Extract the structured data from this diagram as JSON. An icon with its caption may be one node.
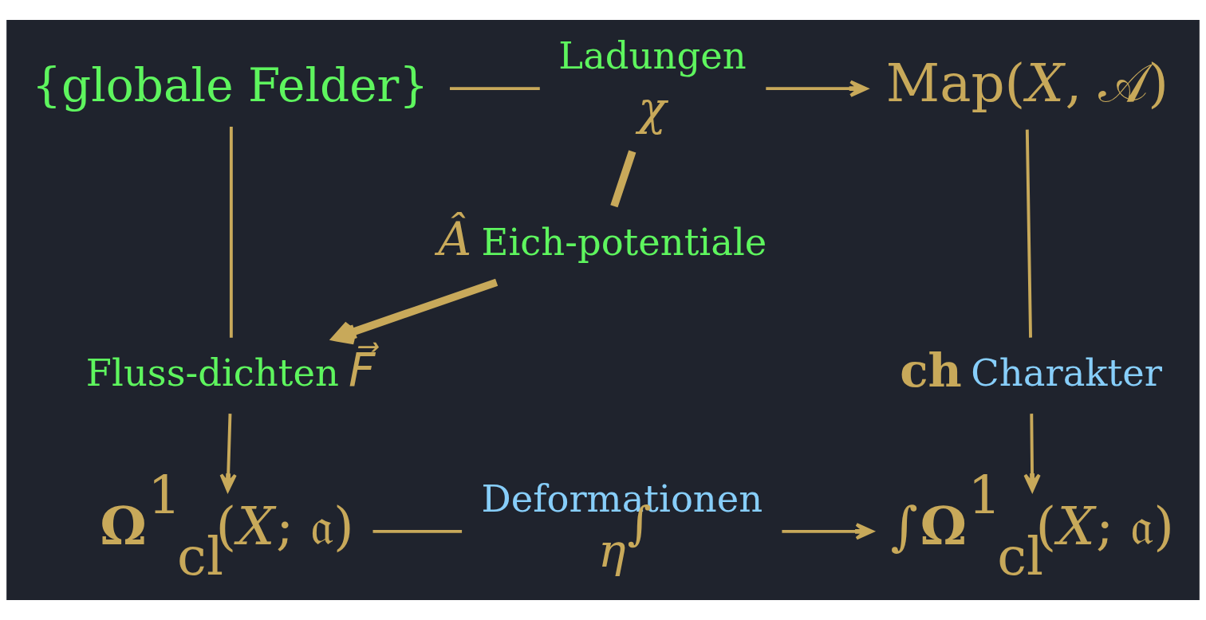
{
  "diagram": {
    "nodes": [
      {
        "text": [
          "{globale Felder}"
        ]
      },
      {
        "text": [
          "*χ*"
        ],
        "beside": [
          "Ladungen"
        ]
      },
      {
        "text": [
          "Map(*X*, 𝒜)"
        ]
      },
      {
        "text": [
          "*Â*"
        ],
        "beside": [
          "Eich-potentiale"
        ]
      },
      {
        "text": [
          "*F⃗*"
        ],
        "beside": [
          "Fluss-dichten"
        ]
      },
      {
        "text": [
          "**ch**"
        ],
        "beside": [
          "Charakter"
        ]
      },
      {
        "text": [
          "**Ω**$^{1}$$_{cl}$(*X*; 𝔞)"
        ]
      },
      {
        "text": [
          "*η*$^{∫}$"
        ],
        "beside": [
          "Deformationen"
        ]
      },
      {
        "text": [
          "∫**Ω**$^{1}$$_{cl}$(*X*; 𝔞)"
        ]
      }
    ],
    "edges": [
      {
        "from": 0,
        "to": 1,
        "arrow": "none"
      },
      {
        "from": 1,
        "to": 2,
        "arrow": "to"
      },
      {
        "from": 1,
        "to": 3,
        "arrow": "none",
        "style": "thick"
      },
      {
        "from": 3,
        "to": 4,
        "arrow": "to",
        "style": "thick"
      },
      {
        "from": 0,
        "to": 4,
        "arrow": "none"
      },
      {
        "from": 4,
        "to": 6,
        "arrow": "to"
      },
      {
        "from": 2,
        "to": 5,
        "arrow": "none"
      },
      {
        "from": 5,
        "to": 8,
        "arrow": "to"
      },
      {
        "from": 6,
        "to": 7,
        "arrow": "none"
      },
      {
        "from": 7,
        "to": 8,
        "arrow": "to"
      }
    ]
  }
}
